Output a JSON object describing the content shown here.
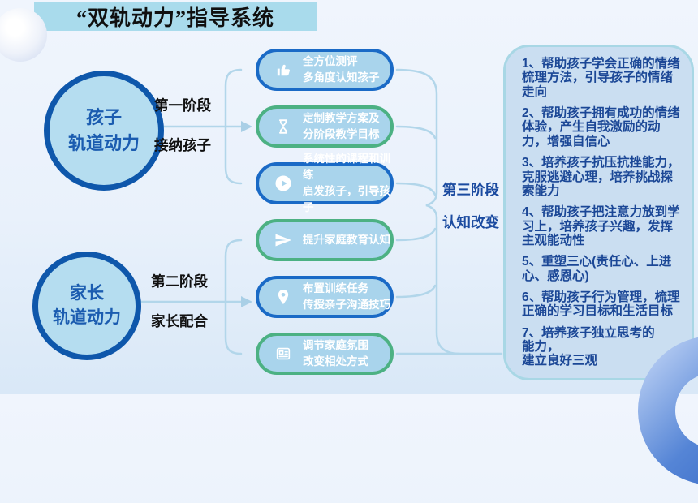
{
  "title": "“双轨动力”指导系统",
  "colors": {
    "background": "#e9f1fb",
    "banner": "#a9dbec",
    "circle_fill": "#b5ddf0",
    "circle_border": "#0e57ab",
    "circle_text": "#1b5cb0",
    "box_fill": "#a9d4ec",
    "box_border_blue": "#1a6ac6",
    "box_border_green": "#4cb183",
    "box_text": "#ffffff",
    "connector_line": "#b2d6ea",
    "stage_text": "#111111",
    "stage3_text": "#1b4ba0",
    "panel_fill": "#cadef1",
    "panel_border": "#a8d7e5",
    "panel_text": "#1b4796",
    "ring_decoration": "#3a6cc8"
  },
  "tracks": [
    {
      "label": "孩子\n轨道动力",
      "stage": "第一阶段",
      "stage_note": "接纳孩子"
    },
    {
      "label": "家长\n轨道动力",
      "stage": "第二阶段",
      "stage_note": "家长配合"
    }
  ],
  "steps": [
    {
      "icon": "thumbs-up-icon",
      "border": "blue",
      "text": "全方位测评\n多角度认知孩子"
    },
    {
      "icon": "hourglass-icon",
      "border": "green",
      "text": "定制教学方案及\n分阶段教学目标"
    },
    {
      "icon": "play-icon",
      "border": "blue",
      "text": "系统性的课程和训练\n启发孩子，引导孩子"
    },
    {
      "icon": "paper-plane-icon",
      "border": "green",
      "text": "提升家庭教育认知"
    },
    {
      "icon": "location-pin-icon",
      "border": "blue",
      "text": "布置训练任务\n传授亲子沟通技巧"
    },
    {
      "icon": "document-icon",
      "border": "green",
      "text": "调节家庭氛围\n改变相处方式"
    }
  ],
  "stage3": {
    "stage": "第三阶段",
    "note": "认知改变"
  },
  "panel": {
    "items": [
      "1、帮助孩子学会正确的情绪梳理方法，引导孩子的情绪走向",
      "2、帮助孩子拥有成功的情绪体验，产生自我激励的动力，增强自信心",
      "3、培养孩子抗压抗挫能力，克服逃避心理，培养挑战探索能力",
      "4、帮助孩子把注意力放到学习上，培养孩子兴趣，发挥主观能动性",
      "5、重塑三心(责任心、上进心、感恩心)",
      "6、帮助孩子行为管理，梳理正确的学习目标和生活目标",
      "7、培养孩子独立思考的\n能力，\n建立良好三观"
    ]
  }
}
